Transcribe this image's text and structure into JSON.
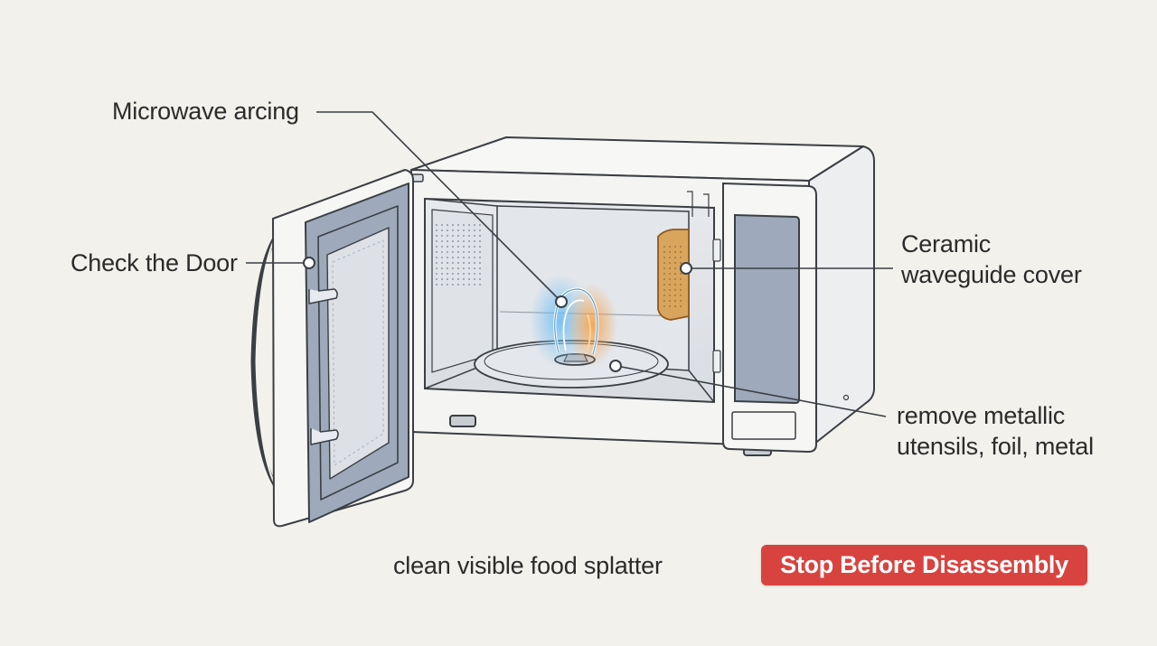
{
  "labels": {
    "arcing": "Microwave arcing",
    "door": "Check the Door",
    "waveguide_line1": "Ceramic",
    "waveguide_line2": "waveguide cover",
    "metal_line1": "remove metallic",
    "metal_line2": "utensils, foil, metal",
    "splatter": "clean visible food splatter"
  },
  "warning": {
    "text": "Stop Before Disassembly"
  },
  "colors": {
    "background": "#f2f1ec",
    "outline": "#3a3f44",
    "door_glass": "#9eaabb",
    "waveguide_cover": "#d9a55c",
    "arc_blue": "#7ec3f0",
    "arc_orange": "#f0a04a",
    "warning_red": "#d9433f"
  }
}
